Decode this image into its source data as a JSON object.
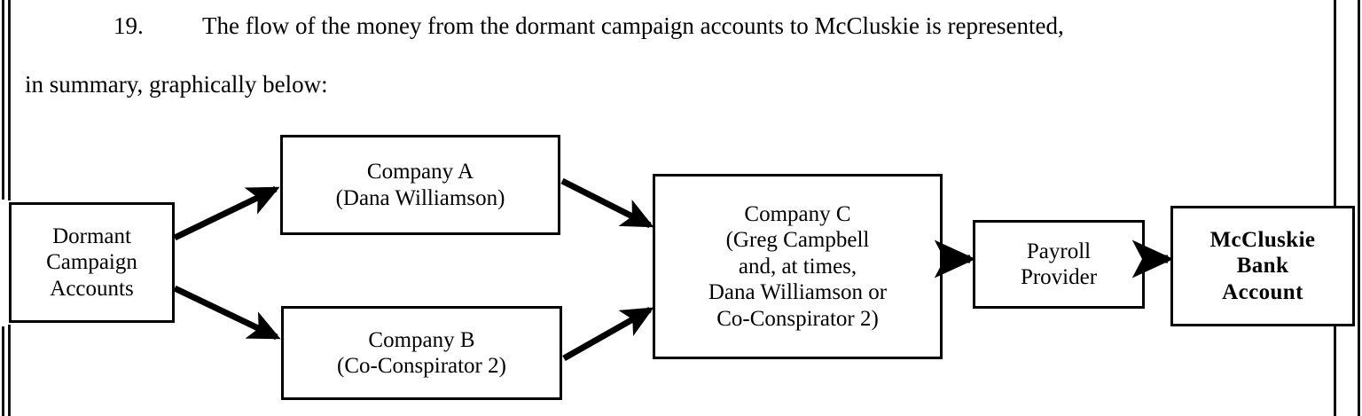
{
  "document": {
    "paragraph_number": "19.",
    "paragraph_line_1": "The flow of the money from the dormant campaign accounts to McCluskie is represented,",
    "paragraph_line_2": "in summary, graphically below:"
  },
  "diagram": {
    "type": "flowchart",
    "orientation": "left-to-right",
    "ink_color": "#000000",
    "page_color": "#ffffff",
    "nodes": [
      {
        "id": "dormant",
        "name": "dormant-campaign-accounts",
        "lines": [
          "Dormant",
          "Campaign",
          "Accounts"
        ],
        "bold": false
      },
      {
        "id": "company_a",
        "name": "company-a",
        "lines": [
          "Company A",
          "(Dana Williamson)"
        ],
        "bold": false
      },
      {
        "id": "company_b",
        "name": "company-b",
        "lines": [
          "Company B",
          "(Co-Conspirator 2)"
        ],
        "bold": false
      },
      {
        "id": "company_c",
        "name": "company-c",
        "lines": [
          "Company C",
          "(Greg Campbell",
          "and, at times,",
          "Dana Williamson or",
          "Co-Conspirator 2)"
        ],
        "bold": false
      },
      {
        "id": "payroll",
        "name": "payroll-provider",
        "lines": [
          "Payroll",
          "Provider"
        ],
        "bold": false
      },
      {
        "id": "mccluskie",
        "name": "mccluskie-bank-account",
        "lines": [
          "McCluskie",
          "Bank",
          "Account"
        ],
        "bold": true
      }
    ],
    "edges": [
      {
        "from": "dormant",
        "to": "company_a",
        "style": "solid-arrow"
      },
      {
        "from": "dormant",
        "to": "company_b",
        "style": "solid-arrow"
      },
      {
        "from": "company_a",
        "to": "company_c",
        "style": "solid-arrow"
      },
      {
        "from": "company_b",
        "to": "company_c",
        "style": "solid-arrow"
      },
      {
        "from": "company_c",
        "to": "payroll",
        "style": "solid-arrow"
      },
      {
        "from": "payroll",
        "to": "mccluskie",
        "style": "solid-arrow"
      }
    ]
  }
}
